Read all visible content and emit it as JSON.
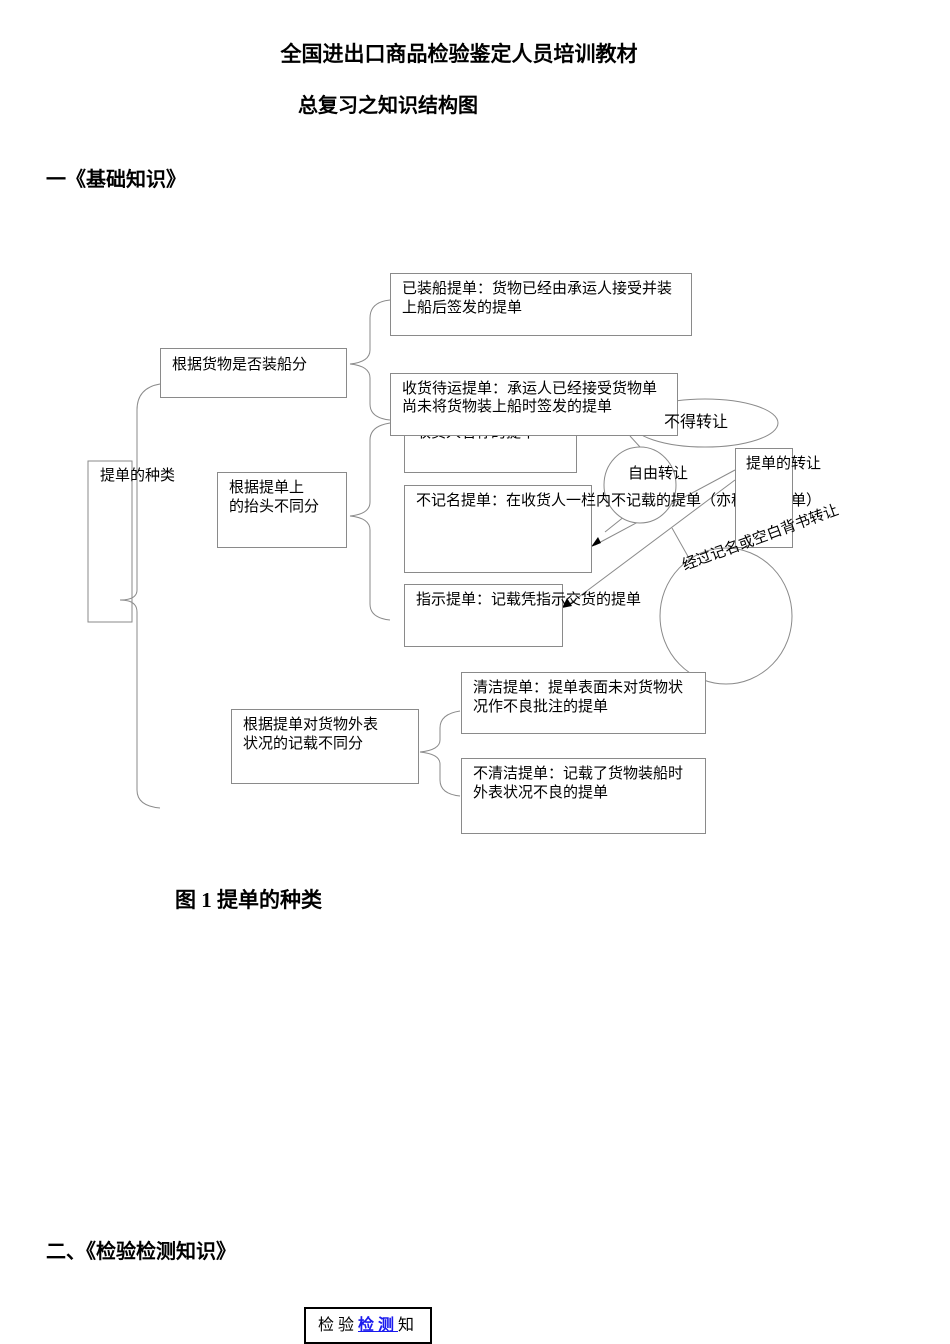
{
  "header": {
    "title": "全国进出口商品检验鉴定人员培训教材",
    "subtitle": "总复习之知识结构图"
  },
  "sections": {
    "one": "一《基础知识》",
    "two": "二、《检验检测知识》"
  },
  "diagram": {
    "root": "提单的种类",
    "group_shipment": "根据货物是否装船分",
    "shipped_bl": "已装船提单：货物已经由承运人接受并装上船后签发的提单",
    "received_bl": "收货待运提单：承运人已经接受货物单尚未将货物装上船时签发的提单",
    "group_consignee": "根据提单上\n的抬头不同分",
    "straight_bl": "收货人名称的提单",
    "bearer_bl": "不记名提单：在收货人一栏内不记载的提单（亦称空白提单）",
    "order_bl": "指示提单：记载凭指示交货的提单",
    "group_condition": "根据提单对货物外表\n状况的记载不同分",
    "clean_bl": "清洁提单：提单表面未对货物状况作不良批注的提单",
    "unclean_bl": "不清洁提单：记载了货物装船时外表状况不良的提单",
    "callout_not_transferable": "不得转让",
    "callout_free_transfer": "自由转让",
    "callout_transfer_title": "提单的转让",
    "callout_endorsement": "经过记名或空白背书转让"
  },
  "caption": "图 1 提单的种类",
  "footer_box": {
    "prefix": "检验",
    "link": "检测",
    "suffix": "知"
  }
}
